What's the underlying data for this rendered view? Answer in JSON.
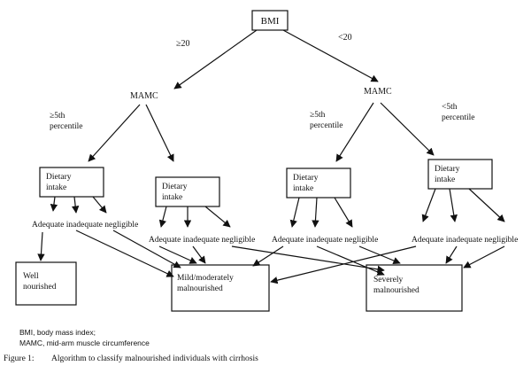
{
  "root": {
    "label": "BMI"
  },
  "branches": {
    "high": "≥20",
    "low": "<20"
  },
  "mamc": {
    "label": "MAMC"
  },
  "percentile": {
    "high_value": "≥5th",
    "high_word": "percentile",
    "low_value": "<5th",
    "low_word": "percentile"
  },
  "dietary": {
    "line1": "Dietary",
    "line2": "intake"
  },
  "intake_levels": "Adequate inadequate negligible",
  "outcomes": {
    "well": {
      "line1": "Well",
      "line2": "nourished"
    },
    "mild": {
      "line1": "Mild/moderately",
      "line2": "malnourished"
    },
    "severe": {
      "line1": "Severely",
      "line2": "malnourished"
    }
  },
  "legend": [
    "BMI, body mass index;",
    "MAMC, mid-arm muscle circumference"
  ],
  "caption": {
    "label": "Figure 1:",
    "text": "Algorithm to classify malnourished individuals with cirrhosis"
  },
  "colors": {
    "ink": "#111111",
    "background": "#ffffff"
  }
}
